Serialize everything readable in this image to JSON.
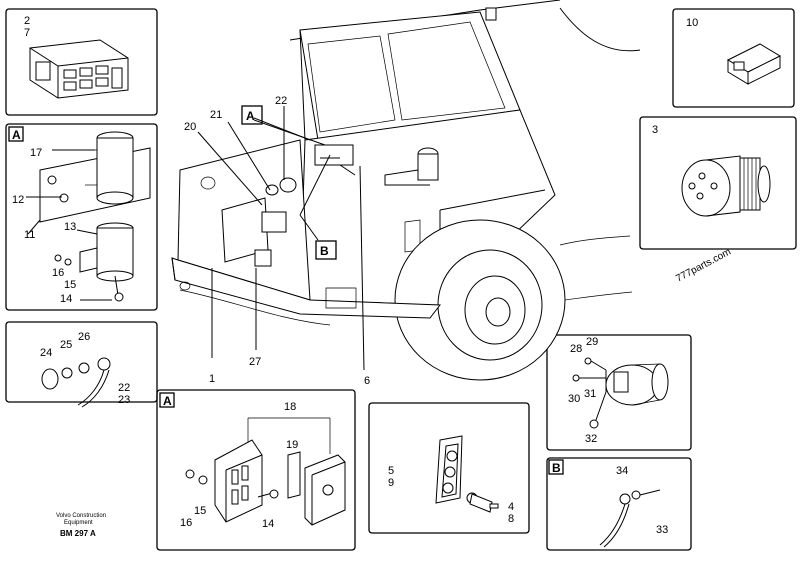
{
  "panels": {
    "connector_2_7": {
      "ref_a": "2",
      "ref_b": "7"
    },
    "connector_10": {
      "ref": "10"
    },
    "plug_3": {
      "ref": "3"
    },
    "relay_a": {
      "frame": "A",
      "refs": [
        "17",
        "12",
        "13",
        "11",
        "16",
        "15",
        "14"
      ]
    },
    "cable_22_23": {
      "refs": [
        "24",
        "25",
        "26",
        "22",
        "23"
      ]
    },
    "fusebox_a": {
      "frame": "A",
      "refs": [
        "18",
        "19",
        "16",
        "15",
        "14"
      ]
    },
    "switch_panel": {
      "refs": [
        "5",
        "9",
        "4",
        "8"
      ]
    },
    "alternator": {
      "refs": [
        "28",
        "29",
        "30",
        "31",
        "32"
      ]
    },
    "cable_b": {
      "frame": "B",
      "refs": [
        "34",
        "33"
      ]
    }
  },
  "main": {
    "callout_a": "A",
    "callout_b": "B",
    "refs": {
      "r20": "20",
      "r21": "21",
      "r22": "22",
      "r1": "1",
      "r27": "27",
      "r6": "6"
    }
  },
  "watermark": "777parts.com",
  "footer": {
    "publisher_line1": "Volvo Construction",
    "publisher_line2": "Equipment",
    "code": "BM 297 A"
  }
}
